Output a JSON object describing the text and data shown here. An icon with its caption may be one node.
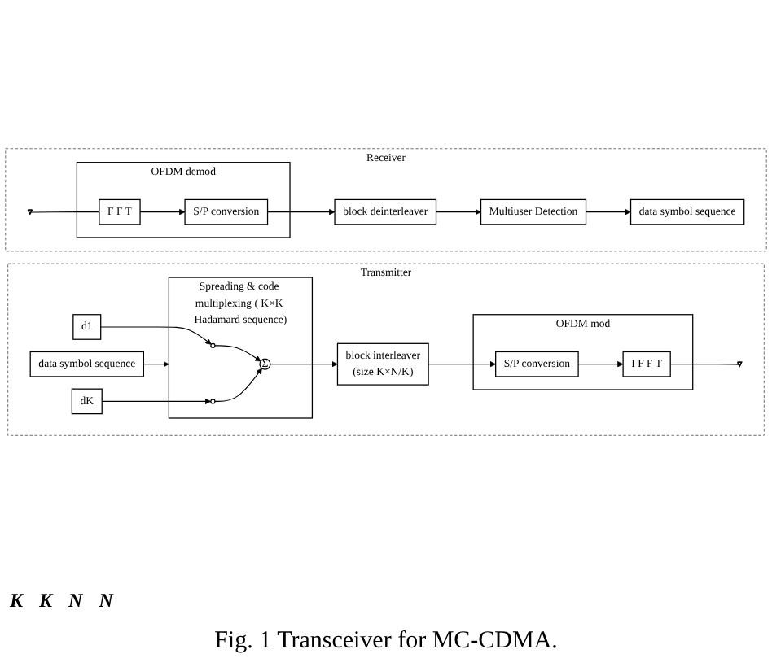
{
  "diagram": {
    "caption": "Fig. 1 Transceiver for MC-CDMA.",
    "nodes": [
      {
        "text": [
          "Transmitter"
        ]
      },
      {
        "text": [
          "Spreading & code multiplexing ( K×K Hadamard sequence)"
        ],
        "in": 0
      },
      {
        "text": [
          "data symbol sequence"
        ],
        "in": 0
      },
      {
        "text": [
          "d1"
        ],
        "in": 0
      },
      {
        "text": [
          "dK"
        ],
        "in": 0
      },
      {
        "text": [],
        "shape": "circle",
        "in": 1
      },
      {
        "text": [],
        "shape": "circle",
        "in": 1
      },
      {
        "text": [
          "Σ"
        ],
        "in": 1
      },
      {
        "text": [
          "block interleaver",
          "(size K×N/K)"
        ],
        "in": 0
      },
      {
        "text": [
          "OFDM mod"
        ],
        "in": 0
      },
      {
        "text": [
          "S/P conversion"
        ],
        "in": 9
      },
      {
        "text": [
          "I F F T"
        ],
        "in": 9
      },
      {
        "text": [],
        "shape": "antenna",
        "in": 0
      },
      {
        "text": [
          "Receiver"
        ]
      },
      {
        "text": [],
        "shape": "antenna",
        "in": 13
      },
      {
        "text": [
          "OFDM demod"
        ],
        "in": 13
      },
      {
        "text": [
          "F F T"
        ],
        "in": 15
      },
      {
        "text": [
          "S/P conversion"
        ],
        "in": 15
      },
      {
        "text": [
          "block deinterleaver"
        ],
        "in": 13
      },
      {
        "text": [
          "Multiuser Detection"
        ],
        "in": 13
      },
      {
        "text": [
          "data symbol sequence"
        ],
        "in": 13
      }
    ],
    "edges": [
      {
        "from": 3,
        "to": 5,
        "arrow": "to"
      },
      {
        "from": 2,
        "to": 1,
        "arrow": "to"
      },
      {
        "from": 4,
        "to": 6,
        "arrow": "to"
      },
      {
        "from": 5,
        "to": 7,
        "arrow": "to"
      },
      {
        "from": 6,
        "to": 7,
        "arrow": "to"
      },
      {
        "from": 7,
        "to": 8,
        "arrow": "to"
      },
      {
        "from": 8,
        "to": 10,
        "arrow": "to"
      },
      {
        "from": 10,
        "to": 11,
        "arrow": "to"
      },
      {
        "from": 11,
        "to": 12,
        "arrow": "none"
      },
      {
        "from": 14,
        "to": 16,
        "arrow": "none"
      },
      {
        "from": 16,
        "to": 17,
        "arrow": "to"
      },
      {
        "from": 17,
        "to": 18,
        "arrow": "to"
      },
      {
        "from": 18,
        "to": 19,
        "arrow": "to"
      },
      {
        "from": 19,
        "to": 20,
        "arrow": "to"
      }
    ],
    "labels": [
      "K",
      "K",
      "N",
      "N"
    ]
  }
}
